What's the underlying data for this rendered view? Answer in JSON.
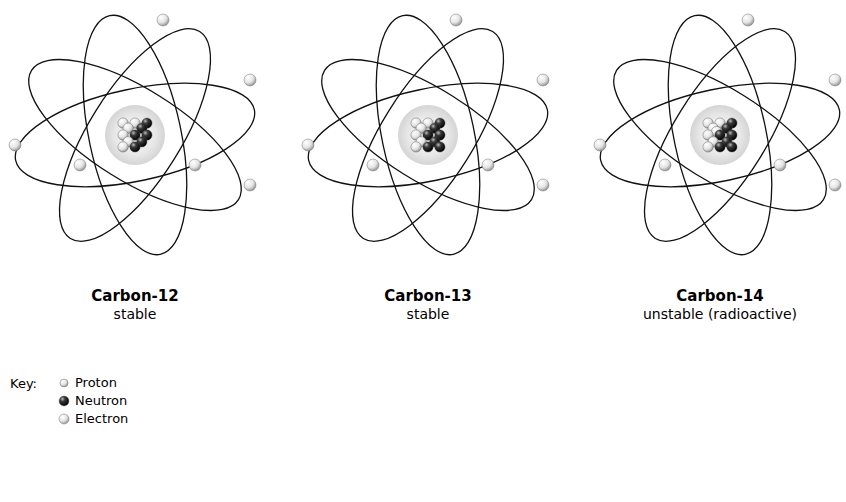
{
  "diagram": {
    "labels": [
      "Carbon-12",
      "stable",
      "Carbon-13",
      "stable",
      "Carbon-14",
      "unstable (radioactive)",
      "Key:"
    ],
    "legend": [
      {
        "text": "Proton"
      },
      {
        "text": "Neutron"
      },
      {
        "text": "Electron"
      }
    ]
  }
}
